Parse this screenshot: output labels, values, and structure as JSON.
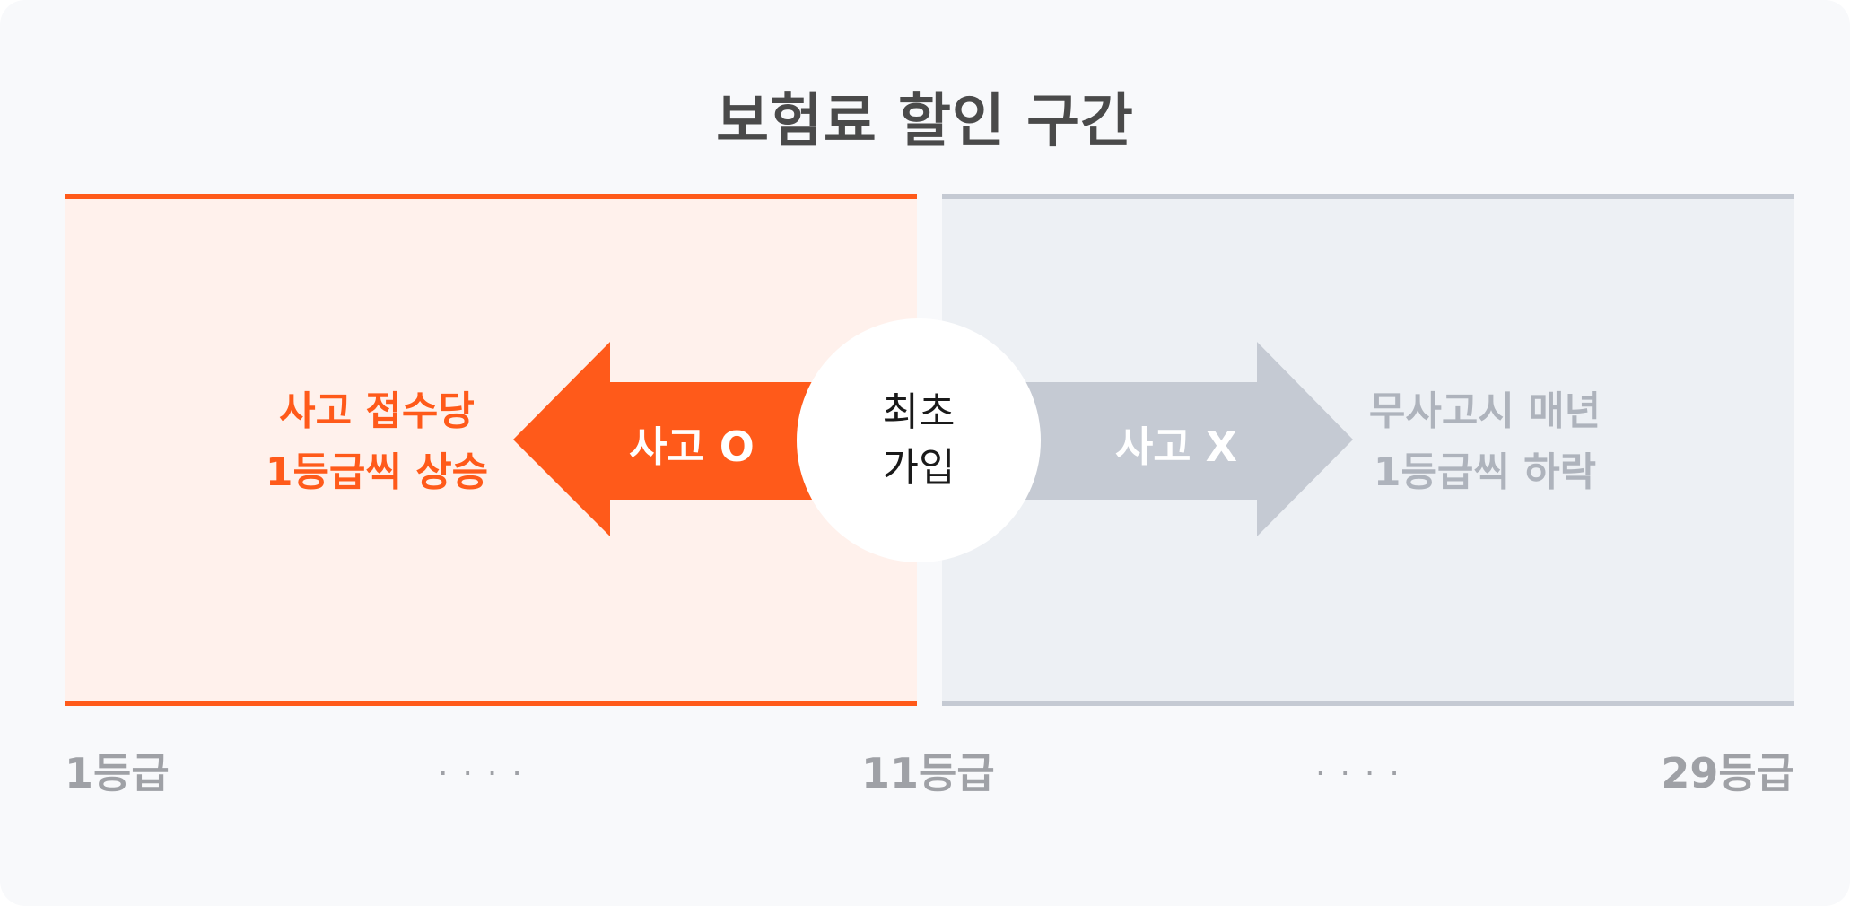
{
  "title": "보험료 할인 구간",
  "left_zone": {
    "line1": "사고 접수당",
    "line2": "1등급씩 상승",
    "arrow_label": "사고 O",
    "accent_color": "#ff5a1a"
  },
  "right_zone": {
    "line1": "무사고시 매년",
    "line2": "1등급씩 하락",
    "arrow_label": "사고 X",
    "accent_color": "#c5cad3"
  },
  "center": {
    "line1": "최초",
    "line2": "가입"
  },
  "scale": {
    "start": "1등급",
    "middle": "11등급",
    "end": "29등급",
    "ellipsis": "····"
  }
}
